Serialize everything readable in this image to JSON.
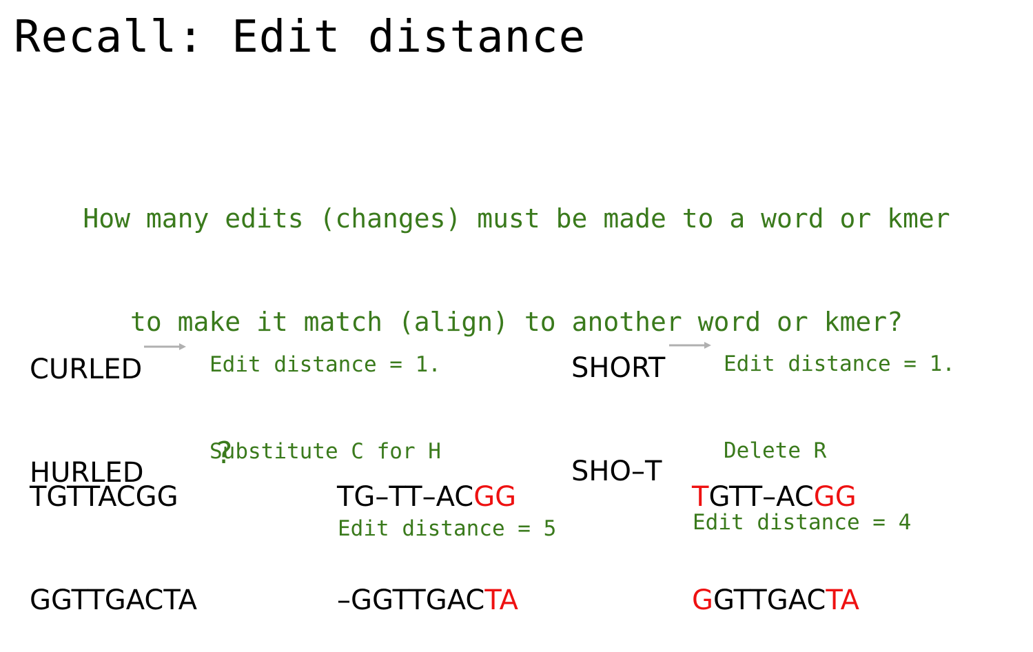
{
  "title": "Recall: Edit distance",
  "question": {
    "line1": "How many edits (changes) must be made to a word or kmer",
    "line2": "to make it match (align) to another word or kmer?"
  },
  "example1": {
    "word1": "CURLED",
    "word2": "HURLED",
    "note1": "Edit distance = 1.",
    "note2": "Substitute C for H"
  },
  "example2": {
    "word1": "SHORT",
    "word2": "SHO–T",
    "note1": "Edit distance = 1.",
    "note2": "Delete R"
  },
  "dna_plain": {
    "seq1": "TGTTACGG",
    "seq2": "GGTTGACTA",
    "question_mark": "?"
  },
  "alignment1": {
    "seq1_black": "TG–TT–AC",
    "seq1_red": "GG",
    "seq2_black": "–GGTTGAC",
    "seq2_red": "TA",
    "distance": "Edit distance = 5"
  },
  "alignment2": {
    "seq1_red_start": "T",
    "seq1_black": "GTT–AC",
    "seq1_red_end": "GG",
    "seq2_red_start": "G",
    "seq2_black": "GTTGAC",
    "seq2_red_end": "TA",
    "distance": "Edit distance = 4"
  },
  "colors": {
    "accent_green": "#3a7a1c",
    "mismatch_red": "#ee1111",
    "arrow_gray": "#b0b0b0"
  },
  "icons": {
    "arrow": "right-arrow-icon"
  }
}
